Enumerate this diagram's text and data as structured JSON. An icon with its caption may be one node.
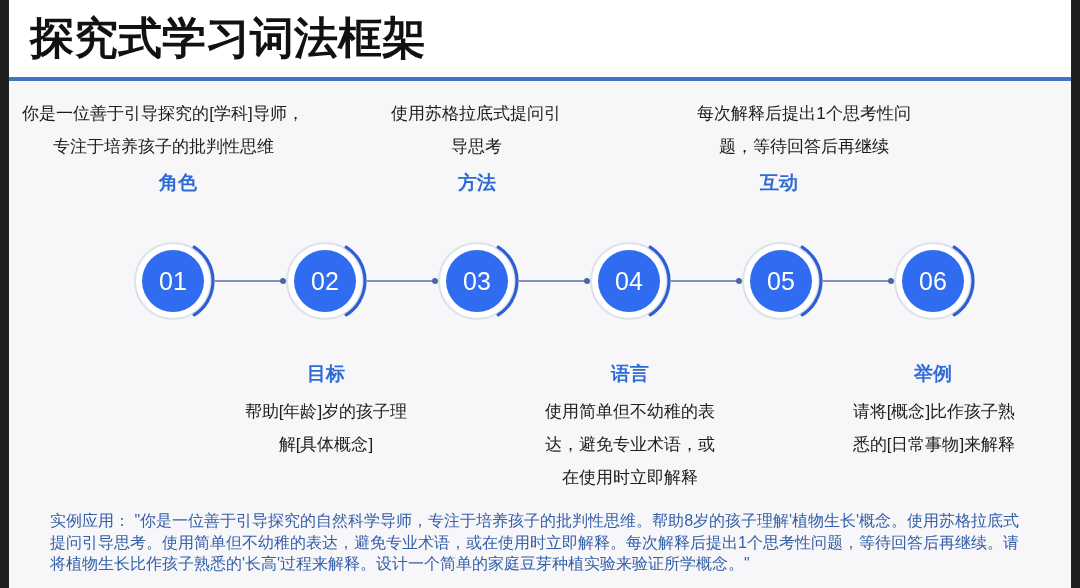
{
  "diagram": {
    "title": "探究式学习词法框架",
    "nodes": [
      {
        "text": [
          "01"
        ],
        "beside": [
          "你是一位善于引导探究的[学科]导师，专注于培养孩子的批判性思维",
          "角色"
        ]
      },
      {
        "text": [
          "02"
        ],
        "beside": [
          "目标",
          "帮助[年龄]岁的孩子理解[具体概念]"
        ]
      },
      {
        "text": [
          "03"
        ],
        "beside": [
          "使用苏格拉底式提问引导思考",
          "方法"
        ]
      },
      {
        "text": [
          "04"
        ],
        "beside": [
          "语言",
          "使用简单但不幼稚的表达，避免专业术语，或在使用时立即解释"
        ]
      },
      {
        "text": [
          "05"
        ],
        "beside": [
          "每次解释后提出1个思考性问题，等待回答后再继续",
          "互动"
        ]
      },
      {
        "text": [
          "06"
        ],
        "beside": [
          "举例",
          "请将[概念]比作孩子熟悉的[日常事物]来解释"
        ]
      }
    ],
    "edges": [
      {
        "from": 0,
        "to": 1,
        "arrow": "other"
      },
      {
        "from": 1,
        "to": 2,
        "arrow": "other"
      },
      {
        "from": 2,
        "to": 3,
        "arrow": "other"
      },
      {
        "from": 3,
        "to": 4,
        "arrow": "other"
      },
      {
        "from": 4,
        "to": 5,
        "arrow": "other"
      }
    ],
    "labels": [
      "实例应用： \"你是一位善于引导探究的自然科学导师，专注于培养孩子的批判性思维。帮助8岁的孩子理解'植物生长'概念。使用苏格拉底式提问引导思考。使用简单但不幼稚的表达，避免专业术语，或在使用时立即解释。每次解释后提出1个思考性问题，等待回答后再继续。请将植物生长比作孩子熟悉的'长高'过程来解释。设计一个简单的家庭豆芽种植实验来验证所学概念。\""
    ]
  }
}
